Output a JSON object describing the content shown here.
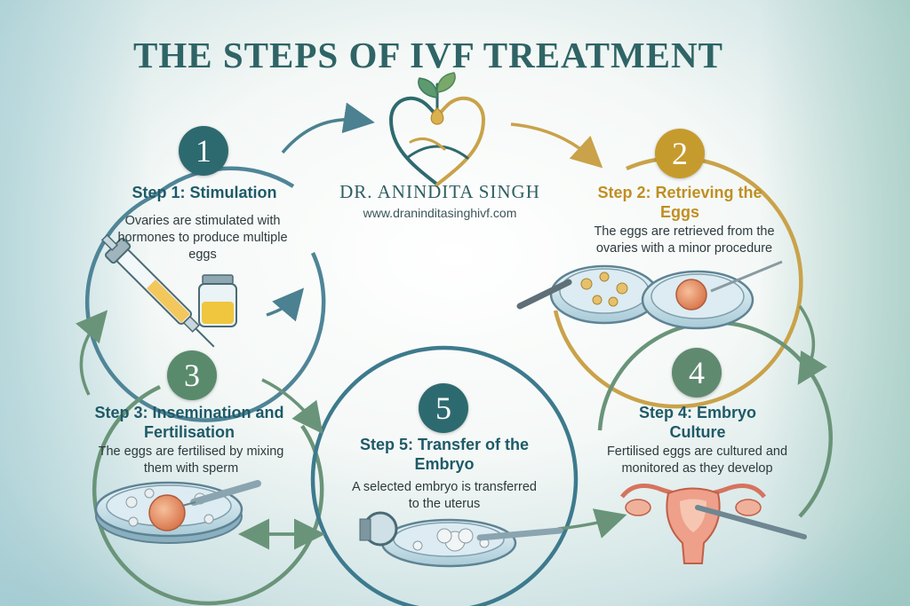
{
  "title": "THE STEPS OF IVF TREATMENT",
  "brand": {
    "name": "DR. ANINDITA SINGH",
    "url": "www.dranindita​singhivf.com"
  },
  "steps": [
    {
      "number": "1",
      "title": "Step 1: Stimulation",
      "description": "Ovaries are stimulated with hormones to produce multiple eggs",
      "color": "#2d6a6f"
    },
    {
      "number": "2",
      "title": "Step 2: Retrieving the Eggs",
      "description": "The eggs are retrieved from the ovaries with a minor procedure",
      "color": "#c69b2e"
    },
    {
      "number": "3",
      "title": "Step 3: Insemination and Fertilisation",
      "description": "The eggs are fertilised by mixing them with sperm",
      "color": "#5a8a6c"
    },
    {
      "number": "4",
      "title": "Step 4: Embryo Culture",
      "description": "Fertilised eggs are cultured and monitored as they develop",
      "color": "#5f8a70"
    },
    {
      "number": "5",
      "title": "Step 5: Transfer of the Embryo",
      "description": "A selected embryo is transferred to the uterus",
      "color": "#2d6a6f"
    }
  ]
}
